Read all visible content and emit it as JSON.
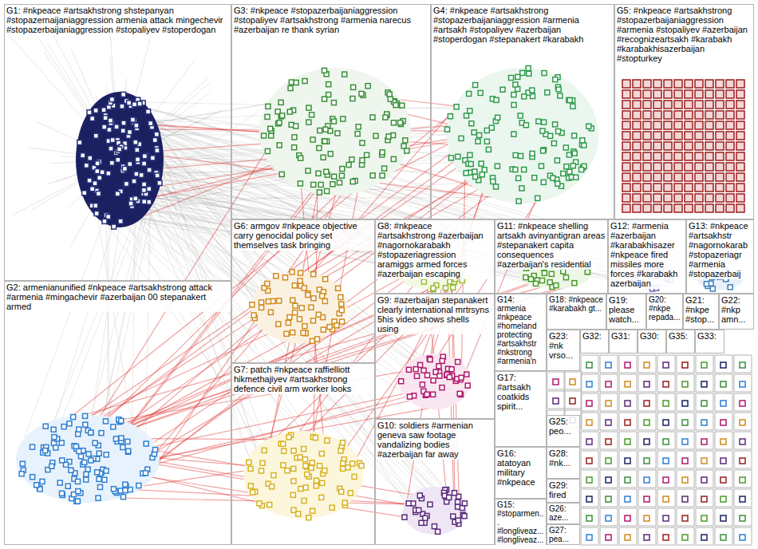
{
  "diagram": {
    "nodes": [
      {
        "text": [
          "G1: #nkpeace #artsakhstrong shstepanyan #stopazernaijaniaggression armenia attack mingechevir #stopazerbaijaniaggression #stopaliyev #stoperdogan"
        ]
      },
      {
        "text": [
          "G2: armenianunified #nkpeace #artsakhstrong attack #armenia #mingachevir #azerbaijan 00 stepanakert armed"
        ]
      },
      {
        "text": [
          "G3: #nkpeace #stopazerbaijaniaggression #stopaliyev #artsakhstrong #armenia narecus #azerbaijan re thank syrian"
        ]
      },
      {
        "text": [
          "G4: #nkpeace #artsakhstrong #stopazerbaijaniaggression #armenia #artsakh #stopaliyev #azerbaijan #stoperdogan #stepanakert #karabakh"
        ]
      },
      {
        "text": [
          "G5: #nkpeace #artsakhstrong #stopazerbaijaniaggression #armenia #stopaliyev #azerbaijan #recognizeartsakh #karabakh #karabakhisazerbaijan #stopturkey"
        ]
      },
      {
        "text": [
          "G6: armgov #nkpeace objective carry genocidal policy set themselves task bringing"
        ]
      },
      {
        "text": [
          "G7: patch #nkpeace raffielliott hikmethajiyev #artsakhstrong defence civil arm worker looks"
        ]
      },
      {
        "text": [
          "G8: #nkpeace #artsakhstrong #azerbaijan #nagornokarabakh #stopazeriagression aramiggs armed forces #azerbaijan escaping"
        ]
      },
      {
        "text": [
          "G9: #azerbaijan stepanakert clearly international mrtrsyns 5his video shows shells using"
        ]
      },
      {
        "text": [
          "G10: soldiers #armenian geneva saw footage vandalizing bodies #azerbaijan far away"
        ]
      },
      {
        "text": [
          "G11: #nkpeace shelling artsakh avinyantigran areas #stepanakert capita consequences #azerbaijan's residential"
        ]
      },
      {
        "text": [
          "G12: #armenia #azerbaijan #karabakhisazer #nkpeace fired missiles more forces #karabakh azerbaijan"
        ]
      },
      {
        "text": [
          "G13: #nkpeace #artsakhstr #nagornokarab #stopazeriagr #armenia #stopazerbaij"
        ]
      },
      {
        "text": [
          "G14: armenia #nkpeace #homeland protecting #artsakhstr #nkstrong #armenia'n"
        ]
      },
      {
        "text": [
          "G18: #nkpeace #karabakh gt..."
        ]
      },
      {
        "text": [
          "G19: please watch..."
        ]
      },
      {
        "text": [
          "G20: #nkpe repada..."
        ]
      },
      {
        "text": [
          "G21: #nkpe #stop..."
        ]
      },
      {
        "text": [
          "G22: #nkp amn..."
        ]
      },
      {
        "text": [
          "G23: #nk vrso..."
        ]
      },
      {
        "text": [
          "G32:"
        ]
      },
      {
        "text": [
          "G31:"
        ]
      },
      {
        "text": [
          "G30:"
        ]
      },
      {
        "text": [
          "G35:"
        ]
      },
      {
        "text": [
          "G33:"
        ]
      },
      {
        "text": [
          "G17: #artsakh coatkids spirit..."
        ]
      },
      {
        "text": [
          "G16: atatoyan military #nkpeace"
        ]
      },
      {
        "text": [
          "G15: #stoparmen... #longliveaz... #longliveaz..."
        ]
      },
      {
        "text": [
          "G25: peo..."
        ]
      },
      {
        "text": [
          "G28: #nk..."
        ]
      },
      {
        "text": [
          "G29: fired"
        ]
      },
      {
        "text": [
          "G26: aze..."
        ]
      },
      {
        "text": [
          "G27: pea..."
        ]
      }
    ]
  }
}
